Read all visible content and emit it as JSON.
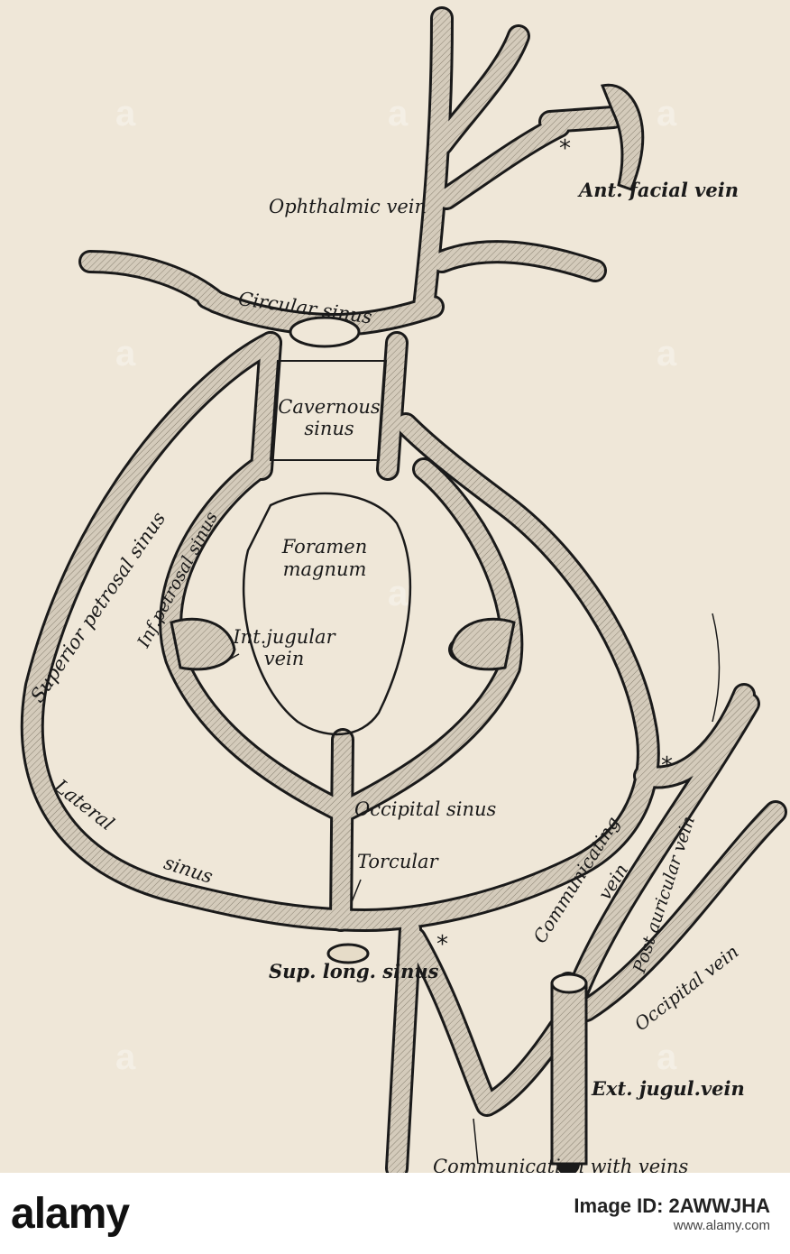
{
  "figure": {
    "labels": {
      "ophthalmic_vein": "Ophthalmic vein",
      "ant_facial_vein": "Ant. facial vein",
      "circular_sinus": "Circular sinus",
      "cavernous_sinus_1": "Cavernous",
      "cavernous_sinus_2": "sinus",
      "superior_petrosal_sinus": "Superior petrosal sinus",
      "inf_petrosal_sinus": "Inf.petrosal sinus",
      "foramen_magnum_1": "Foramen",
      "foramen_magnum_2": "magnum",
      "int_jugular_1": "Int.jugular",
      "int_jugular_2": "vein",
      "lateral_sinus_1": "Lateral",
      "lateral_sinus_2": "sinus",
      "occipital_sinus": "Occipital sinus",
      "torcular": "Torcular",
      "sup_long_sinus": "Sup. long. sinus",
      "communicating_vein_1": "Communicating",
      "communicating_vein_2": "vein",
      "post_auricular_vein": "Post.auricular vein",
      "occipital_vein": "Occipital vein",
      "ext_jugular_vein": "Ext. jugul.vein",
      "communication_with_veins": "Communication with veins"
    },
    "asterisk": "*"
  },
  "watermark": {
    "text": "a"
  },
  "footer": {
    "brand": "alamy",
    "label": "Image ID: 2AWWJHA",
    "url": "www.alamy.com"
  },
  "colors": {
    "paper": "#efe7d8",
    "vessel": "#cfc6b6",
    "ink": "#1a1a1a"
  }
}
